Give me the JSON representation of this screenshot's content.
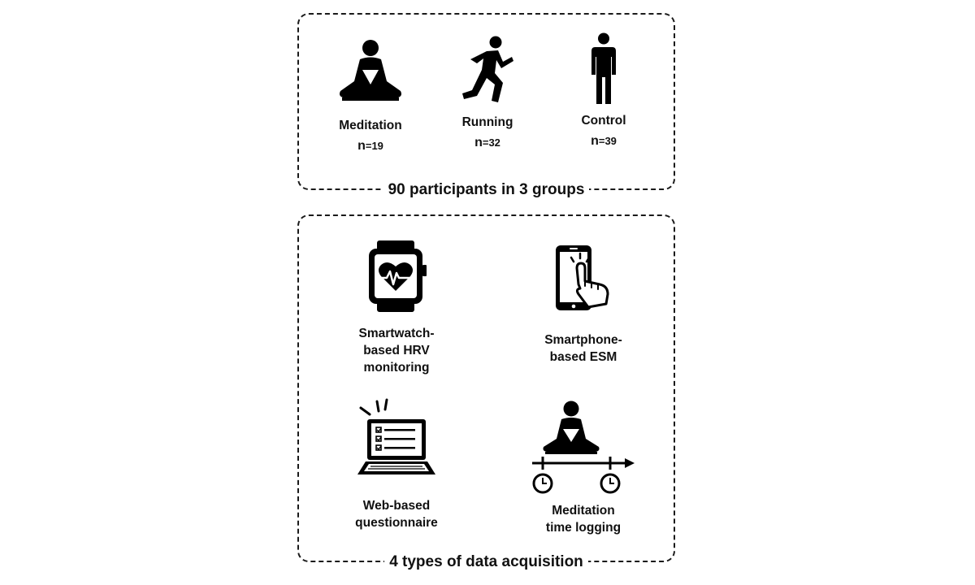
{
  "groups_panel": {
    "caption": "90 participants in 3 groups",
    "groups": [
      {
        "label": "Meditation",
        "n_prefix": "n",
        "n_value": "=19",
        "icon": "meditation-icon"
      },
      {
        "label": "Running",
        "n_prefix": "n",
        "n_value": "=32",
        "icon": "running-icon"
      },
      {
        "label": "Control",
        "n_prefix": "n",
        "n_value": "=39",
        "icon": "standing-person-icon"
      }
    ]
  },
  "data_panel": {
    "caption": "4 types of data acquisition",
    "methods": [
      {
        "label": "Smartwatch-\nbased HRV\nmonitoring",
        "icon": "smartwatch-heart-icon"
      },
      {
        "label": "Smartphone-\nbased ESM",
        "icon": "smartphone-tap-icon"
      },
      {
        "label": "Web-based\nquestionnaire",
        "icon": "laptop-checklist-icon"
      },
      {
        "label": "Meditation\ntime logging",
        "icon": "meditation-timeline-icon"
      }
    ]
  }
}
